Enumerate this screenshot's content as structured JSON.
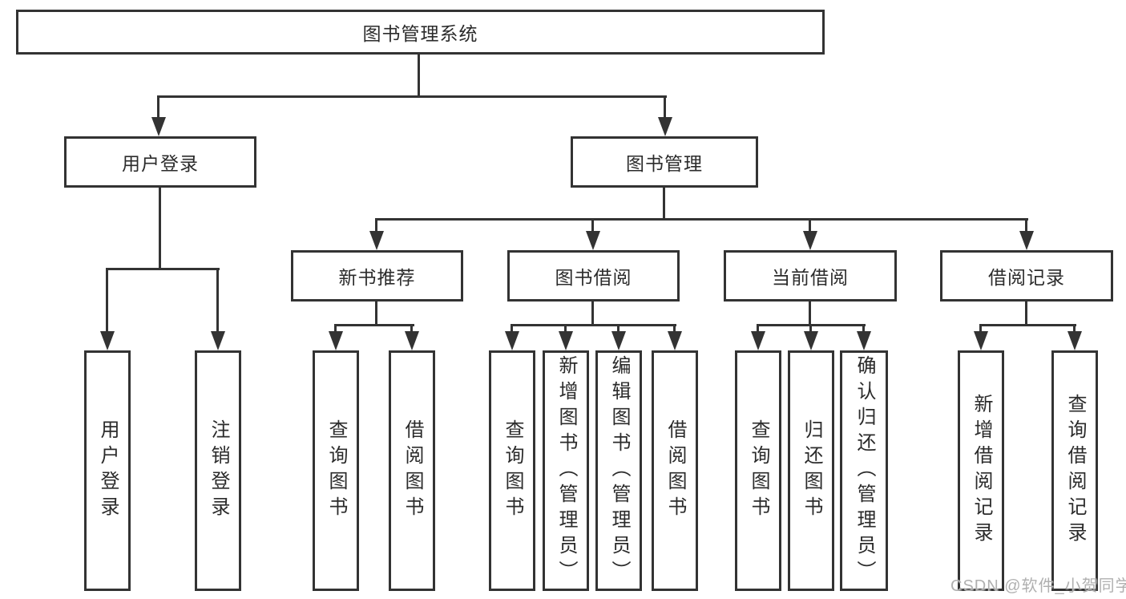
{
  "diagram": {
    "root": {
      "label": "图书管理系统",
      "children": [
        {
          "label": "用户登录",
          "children": [
            {
              "label": "用户登录"
            },
            {
              "label": "注销登录"
            }
          ]
        },
        {
          "label": "图书管理",
          "children": [
            {
              "label": "新书推荐",
              "children": [
                {
                  "label": "查询图书"
                },
                {
                  "label": "借阅图书"
                }
              ]
            },
            {
              "label": "图书借阅",
              "children": [
                {
                  "label": "查询图书"
                },
                {
                  "label": "新增图书（管理员）"
                },
                {
                  "label": "编辑图书（管理员）"
                },
                {
                  "label": "借阅图书"
                }
              ]
            },
            {
              "label": "当前借阅",
              "children": [
                {
                  "label": "查询图书"
                },
                {
                  "label": "归还图书"
                },
                {
                  "label": "确认归还（管理员）"
                }
              ]
            },
            {
              "label": "借阅记录",
              "children": [
                {
                  "label": "新增借阅记录"
                },
                {
                  "label": "查询借阅记录"
                }
              ]
            }
          ]
        }
      ]
    }
  },
  "watermark": {
    "text": "CSDN @软件_小贺同学"
  },
  "colors": {
    "line": "#333333",
    "text": "#2b2b2b",
    "box_fill": "#ffffff",
    "background": "#ffffff",
    "watermark": "#b0b0b0"
  }
}
